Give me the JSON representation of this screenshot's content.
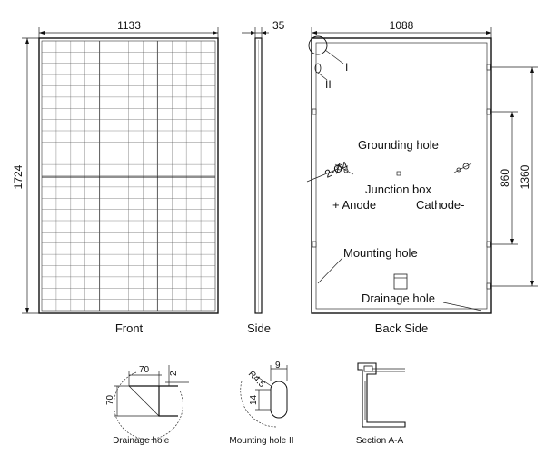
{
  "dimensions": {
    "front_width": "1133",
    "front_height": "1724",
    "side_thickness": "35",
    "back_width": "1088",
    "mount_spacing_inner": "860",
    "mount_spacing_outer": "1360"
  },
  "callouts": {
    "detail_1": "I",
    "detail_2": "II",
    "hole_spec": "2-Ø4",
    "grounding_hole": "Grounding hole",
    "junction_box": "Junction box",
    "anode": "+ Anode",
    "cathode": "Cathode-",
    "mounting_hole": "Mounting hole",
    "drainage_hole": "Drainage hole"
  },
  "view_labels": {
    "front": "Front",
    "side": "Side",
    "back": "Back Side"
  },
  "details": {
    "drainage": {
      "caption": "Drainage hole I",
      "dim_w": "70",
      "dim_h": "70",
      "dim_gap": "2"
    },
    "mounting": {
      "caption": "Mounting hole II",
      "dim_r": "R4.5",
      "dim_w": "9",
      "dim_h": "14"
    },
    "section": {
      "caption": "Section A-A"
    }
  }
}
